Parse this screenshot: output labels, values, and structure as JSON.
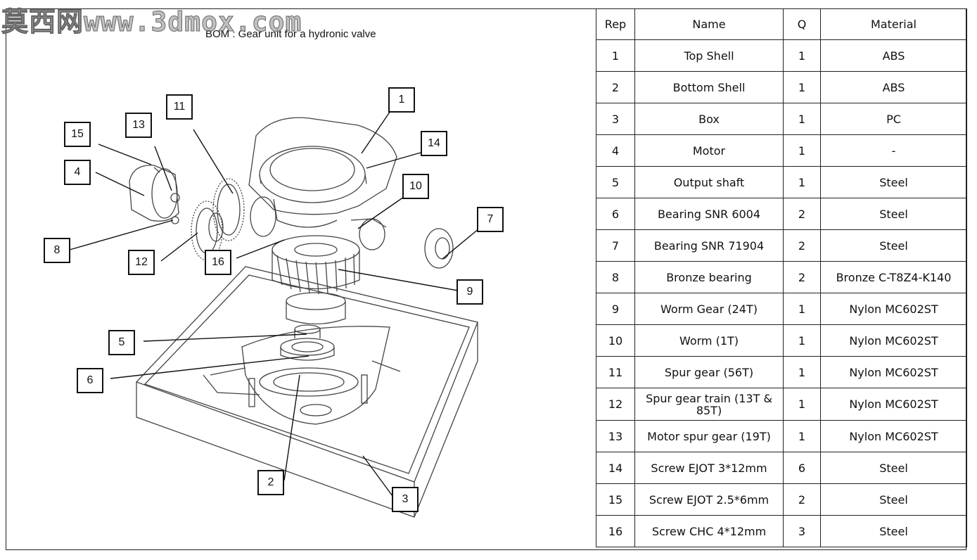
{
  "watermark": "莫西网www.3dmox.com",
  "diagram": {
    "title": "BOM : Gear unit for a hydronic valve",
    "callouts": [
      "1",
      "2",
      "3",
      "4",
      "5",
      "6",
      "7",
      "8",
      "9",
      "10",
      "11",
      "12",
      "13",
      "14",
      "15",
      "16"
    ]
  },
  "table": {
    "headers": {
      "rep": "Rep",
      "name": "Name",
      "q": "Q",
      "material": "Material"
    },
    "rows": [
      {
        "rep": "1",
        "name": "Top Shell",
        "q": "1",
        "material": "ABS"
      },
      {
        "rep": "2",
        "name": "Bottom Shell",
        "q": "1",
        "material": "ABS"
      },
      {
        "rep": "3",
        "name": "Box",
        "q": "1",
        "material": "PC"
      },
      {
        "rep": "4",
        "name": "Motor",
        "q": "1",
        "material": "-"
      },
      {
        "rep": "5",
        "name": "Output shaft",
        "q": "1",
        "material": "Steel"
      },
      {
        "rep": "6",
        "name": "Bearing SNR 6004",
        "q": "2",
        "material": "Steel"
      },
      {
        "rep": "7",
        "name": "Bearing SNR 71904",
        "q": "2",
        "material": "Steel"
      },
      {
        "rep": "8",
        "name": "Bronze bearing",
        "q": "2",
        "material": "Bronze C-T8Z4-K140"
      },
      {
        "rep": "9",
        "name": "Worm Gear (24T)",
        "q": "1",
        "material": "Nylon MC602ST"
      },
      {
        "rep": "10",
        "name": "Worm (1T)",
        "q": "1",
        "material": "Nylon MC602ST"
      },
      {
        "rep": "11",
        "name": "Spur gear (56T)",
        "q": "1",
        "material": "Nylon MC602ST"
      },
      {
        "rep": "12",
        "name": "Spur gear train (13T & 85T)",
        "q": "1",
        "material": "Nylon MC602ST"
      },
      {
        "rep": "13",
        "name": "Motor spur gear (19T)",
        "q": "1",
        "material": "Nylon MC602ST"
      },
      {
        "rep": "14",
        "name": "Screw EJOT 3*12mm",
        "q": "6",
        "material": "Steel"
      },
      {
        "rep": "15",
        "name": "Screw EJOT 2.5*6mm",
        "q": "2",
        "material": "Steel"
      },
      {
        "rep": "16",
        "name": "Screw CHC 4*12mm",
        "q": "3",
        "material": "Steel"
      }
    ]
  }
}
